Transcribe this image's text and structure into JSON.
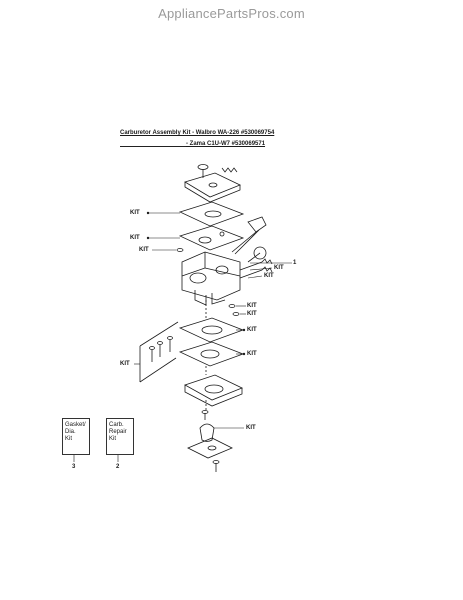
{
  "watermark": "AppliancePartsPros.com",
  "header": {
    "line1": "Carburetor Assembly Kit - Walbro WA-226 #530069754",
    "line2": "- Zama C1U-W7 #530069571"
  },
  "labels": {
    "kit": "KIT",
    "callout_1": "1"
  },
  "kits": [
    {
      "lines": [
        "Gasket/",
        "Dia.",
        "Kit"
      ],
      "number": "3"
    },
    {
      "lines": [
        "Carb.",
        "Repair",
        "Kit"
      ],
      "number": "2"
    }
  ]
}
